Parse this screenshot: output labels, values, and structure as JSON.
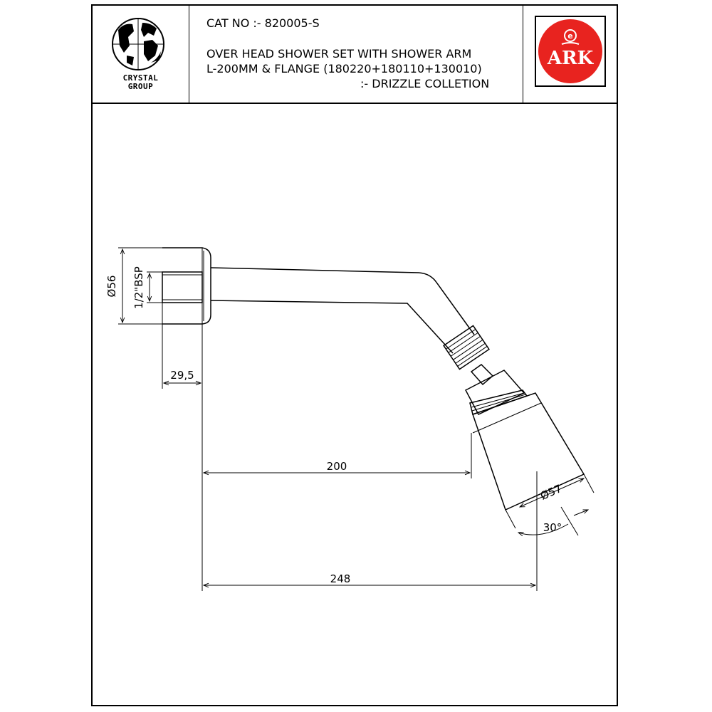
{
  "header": {
    "cat_no": "CAT NO :- 820005-S",
    "line1": "OVER HEAD SHOWER SET WITH SHOWER ARM",
    "line2": "L-200MM & FLANGE (180220+180110+130010)",
    "line3": ":- DRIZZLE COLLETION"
  },
  "logo_left": {
    "line1": "CRYSTAL",
    "line2": "GROUP",
    "icon": "globe-icon"
  },
  "logo_right": {
    "text": "ARK",
    "badge": "e",
    "icon": "ark-logo-icon",
    "color": "#e8231f"
  },
  "dimensions": {
    "flange_diameter": "Ø56",
    "thread": "1/2\"BSP",
    "flange_depth": "29,5",
    "arm_length": "200",
    "total_length": "248",
    "head_diameter": "Ø57",
    "angle": "30°"
  }
}
